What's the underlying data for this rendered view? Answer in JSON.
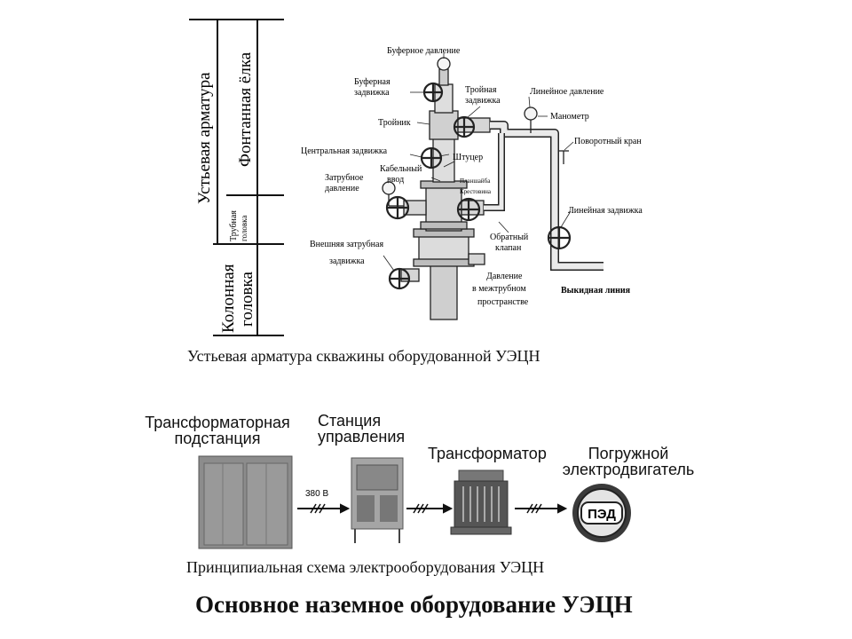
{
  "wellhead": {
    "vertical_labels": {
      "ustevaya": "Устьевая арматура",
      "fontannaya": "Фонтанная ёлка",
      "trubnaya_line1": "Трубная",
      "trubnaya_line2": "головка",
      "kolonnaya_line1": "Колонная",
      "kolonnaya_line2": "головка"
    },
    "callouts": {
      "bufernoe_davlenie": "Буферное давление",
      "bufernaya_zadvizhka_1": "Буферная",
      "bufernaya_zadvizhka_2": "задвижка",
      "troinaya_zadvizhka_1": "Тройная",
      "troinaya_zadvizhka_2": "задвижка",
      "lineinoe_davlenie": "Линейное давление",
      "manometr": "Манометр",
      "troinik": "Тройник",
      "povorotny_kran": "Поворотный кран",
      "centralnaya_zadvizhka": "Центральная задвижка",
      "shtucer": "Штуцер",
      "kabelny_vvod_1": "Кабельный",
      "kabelny_vvod_2": "ввод",
      "planshaiba": "Планшайба",
      "krestovina": "Крестовина",
      "zatrubnoe_davlenie_1": "Затрубное",
      "zatrubnoe_davlenie_2": "давление",
      "lineinaya_zadvizhka": "Линейная задвижка",
      "obratny_klapan_1": "Обратный",
      "obratny_klapan_2": "клапан",
      "vneshnyaya_1": "Внешняя затрубная",
      "vneshnyaya_2": "задвижка",
      "davlenie_mezhtrub_1": "Давление",
      "davlenie_mezhtrub_2": "в межтрубном",
      "davlenie_mezhtrub_3": "пространстве",
      "vykidnaya_liniya": "Выкидная линия"
    },
    "caption": "Устьевая арматура скважины оборудованной УЭЦН"
  },
  "electrical": {
    "blocks": {
      "substation_1": "Трансформаторная",
      "substation_2": "подстанция",
      "station_1": "Станция",
      "station_2": "управления",
      "transformer": "Трансформатор",
      "motor_1": "Погружной",
      "motor_2": "электродвигатель",
      "motor_badge": "ПЭД"
    },
    "voltage_label": "380 В",
    "caption": "Принципиальная схема электрооборудования УЭЦН"
  },
  "page_title": "Основное наземное оборудование УЭЦН"
}
